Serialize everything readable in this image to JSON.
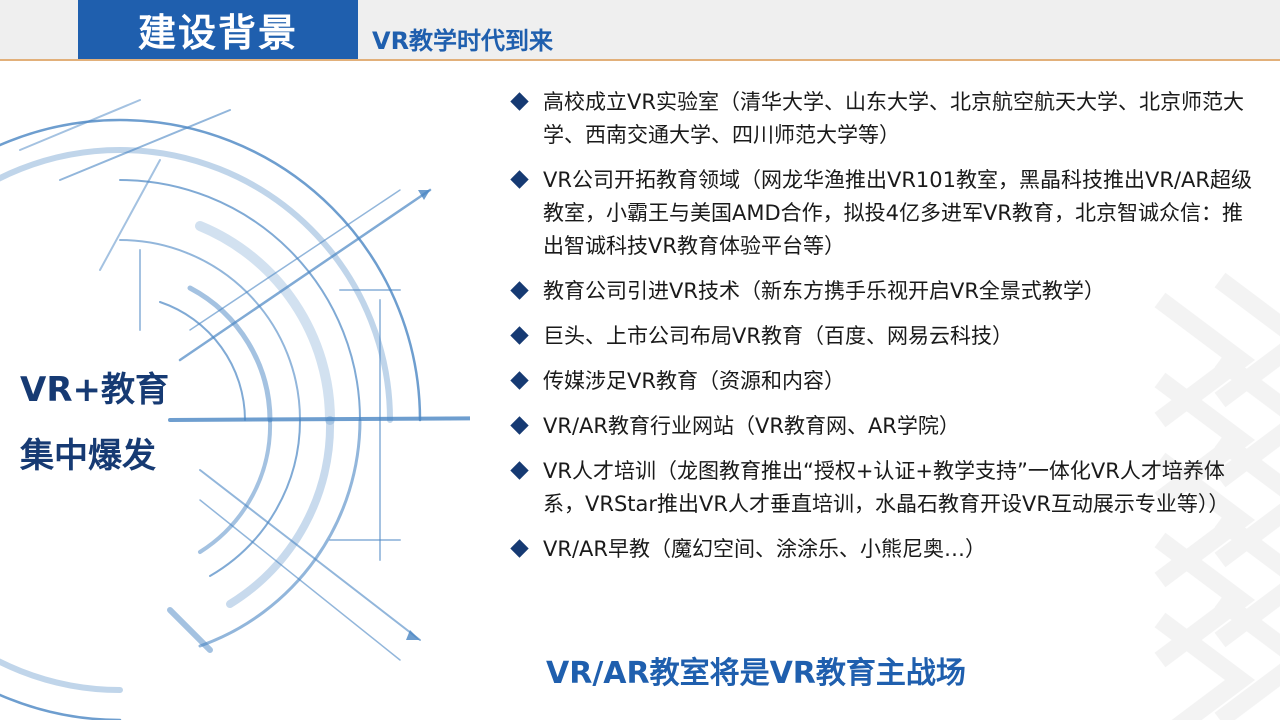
{
  "header": {
    "title": "建设背景",
    "subtitle": "VR教学时代到来"
  },
  "headline": {
    "line1": "VR+教育",
    "line2": "集中爆发"
  },
  "items": [
    "高校成立VR实验室（清华大学、山东大学、北京航空航天大学、北京师范大学、西南交通大学、四川师范大学等）",
    "VR公司开拓教育领域（网龙华渔推出VR101教室，黑晶科技推出VR/AR超级教室，小霸王与美国AMD合作，拟投4亿多进军VR教育，北京智诚众信：推出智诚科技VR教育体验平台等）",
    "教育公司引进VR技术（新东方携手乐视开启VR全景式教学）",
    "巨头、上市公司布局VR教育（百度、网易云科技）",
    "传媒涉足VR教育（资源和内容）",
    "VR/AR教育行业网站（VR教育网、AR学院）",
    "VR人才培训（龙图教育推出“授权+认证+教学支持”一体化VR人才培养体系，VRStar推出VR人才垂直培训，水晶石教育开设VR互动展示专业等））",
    "VR/AR早教（魔幻空间、涂涂乐、小熊尼奥…）"
  ],
  "footer": "VR/AR教室将是VR教育主战场",
  "colors": {
    "brand_blue": "#1f5fae",
    "navy": "#163a73",
    "header_gray": "#efefef",
    "accent_line": "#e2b07a"
  },
  "icons": {
    "bullet": "diamond-bullet-icon"
  }
}
